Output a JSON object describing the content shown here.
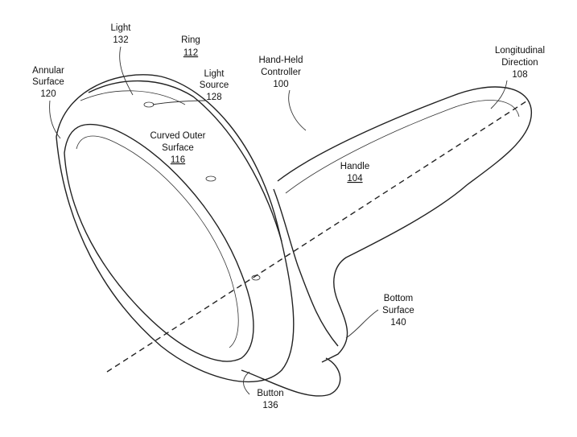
{
  "labels": {
    "light": {
      "name": "Light",
      "ref": "132"
    },
    "ring": {
      "name": "Ring",
      "ref": "112"
    },
    "annular_surface": {
      "name_line1": "Annular",
      "name_line2": "Surface",
      "ref": "120"
    },
    "light_source": {
      "name_line1": "Light",
      "name_line2": "Source",
      "ref": "128"
    },
    "controller": {
      "name_line1": "Hand-Held",
      "name_line2": "Controller",
      "ref": "100"
    },
    "longitudinal": {
      "name_line1": "Longitudinal",
      "name_line2": "Direction",
      "ref": "108"
    },
    "curved_outer_surface": {
      "name_line1": "Curved Outer",
      "name_line2": "Surface",
      "ref": "116"
    },
    "handle": {
      "name": "Handle",
      "ref": "104"
    },
    "bottom_surface": {
      "name_line1": "Bottom",
      "name_line2": "Surface",
      "ref": "140"
    },
    "button": {
      "name": "Button",
      "ref": "136"
    }
  }
}
